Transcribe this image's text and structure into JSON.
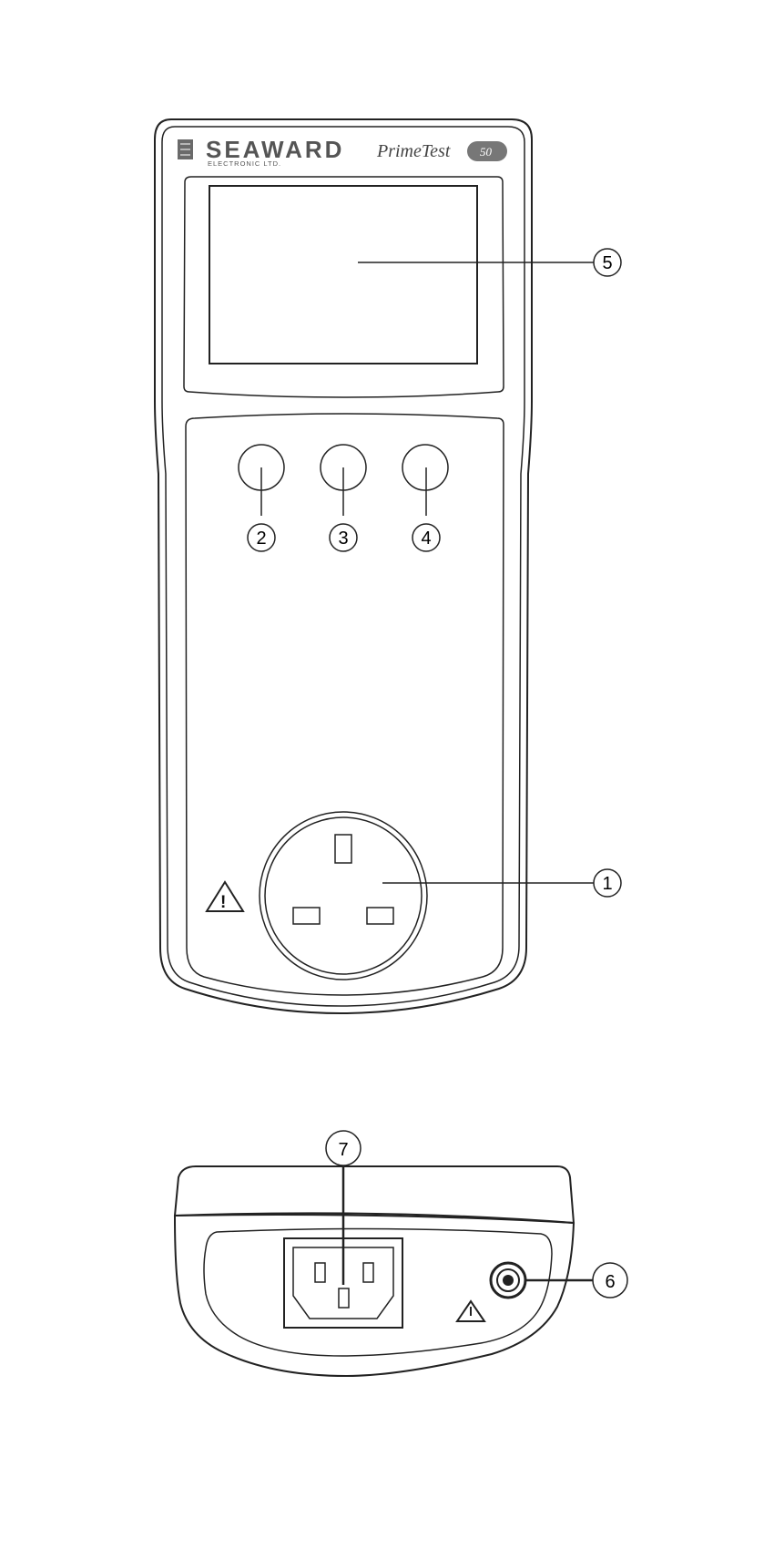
{
  "brand": {
    "name": "SEAWARD",
    "subtitle": "ELECTRONIC LTD.",
    "model": "PrimeTest",
    "model_badge": "50"
  },
  "callouts": {
    "c1": "1",
    "c2": "2",
    "c3": "3",
    "c4": "4",
    "c5": "5",
    "c6": "6",
    "c7": "7"
  },
  "warning_mark": "!",
  "icons": {
    "logo": "seaward-logo-icon",
    "front_warning": "warning-triangle-icon",
    "base_warning": "warning-triangle-icon"
  },
  "colors": {
    "outline": "#222222",
    "badge_fill": "#777777",
    "background": "#ffffff"
  }
}
